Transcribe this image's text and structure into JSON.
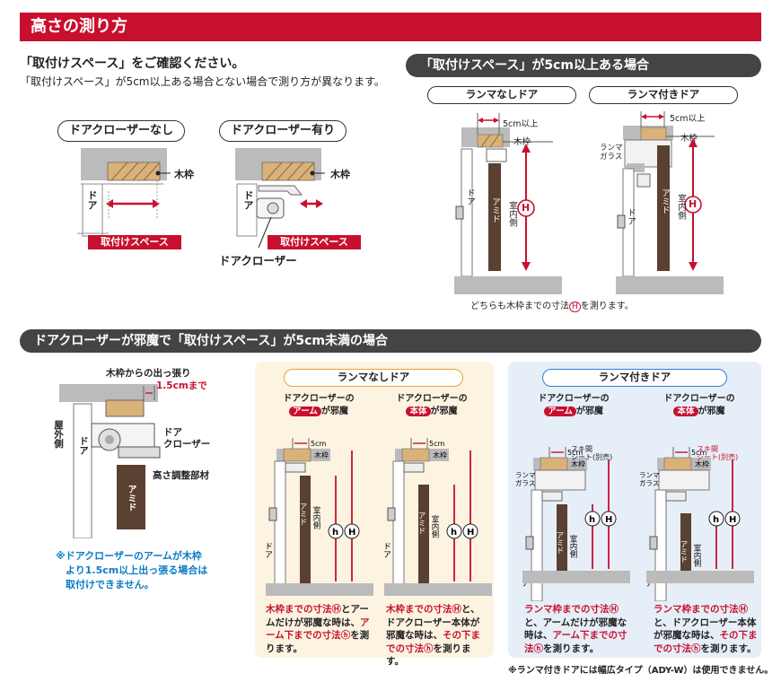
{
  "header": {
    "title": "高さの測り方"
  },
  "intro": {
    "line1": "「取付けスペース」をご確認ください。",
    "line2": "「取付けスペース」が5cm以上ある場合とない場合で測り方が異なります。"
  },
  "closer_none": {
    "pill": "ドアクローザーなし",
    "frame_label": "木枠",
    "door_label": "ドア",
    "space_tag": "取付けスペース"
  },
  "closer_yes": {
    "pill": "ドアクローザー有り",
    "frame_label": "木枠",
    "door_label": "ドア",
    "space_tag": "取付けスペース",
    "closer_label": "ドアクローザー"
  },
  "section_5cm_plus": {
    "title": "「取付けスペース」が5cm以上ある場合",
    "transom_none": "ランマなしドア",
    "transom_yes": "ランマ付きドア",
    "dim_5cm": "5cm以上",
    "frame": "木枠",
    "transom_glass": "ランマ\nガラス",
    "door": "ドア",
    "amido": "アミド",
    "indoor": "室内側",
    "H": "H",
    "note_pre": "どちらも木枠までの寸法",
    "note_post": "を測ります。"
  },
  "section_under5": {
    "title": "ドアクローザーが邪魔で「取付けスペース」が5cm未満の場合"
  },
  "detail": {
    "protrusion_a": "木枠からの出っ張り",
    "protrusion_b": "1.5cmまで",
    "outdoor": "屋外側",
    "door": "ドア",
    "closer": "ドア\nクローザー",
    "adjust": "高さ調整部材",
    "amido": "アミド",
    "warning_1": "※ドアクローザーのアームが木枠",
    "warning_2": "より1.5cm以上出っ張る場合は",
    "warning_3": "取付けできません。"
  },
  "panel_none": {
    "title": "ランマなしドア",
    "arm_heading": "ドアクローザーの",
    "arm_tag": "アーム",
    "arm_tail": "が邪魔",
    "body_heading": "ドアクローザーの",
    "body_tag": "本体",
    "body_tail": "が邪魔",
    "cap_a": [
      "木枠までの寸法",
      "Ⓗ",
      "とアームだけが邪魔な時は、",
      "アーム下までの寸法",
      "ⓗ",
      "を測ります。"
    ],
    "cap_b": [
      "木枠までの寸法",
      "Ⓗ",
      "と、ドアクローザー本体が邪魔な時は、",
      "その下までの寸法",
      "ⓗ",
      "を測ります。"
    ]
  },
  "panel_yes": {
    "title": "ランマ付きドア",
    "arm_heading": "ドアクローザーの",
    "arm_tag": "アーム",
    "arm_tail": "が邪魔",
    "body_heading": "ドアクローザーの",
    "body_tag": "本体",
    "body_tail": "が邪魔",
    "gap_sheet": "スキ間\nシート(別売)",
    "cap_a": [
      "ランマ枠までの寸法",
      "Ⓗ",
      "と、アームだけが邪魔な時は、",
      "アーム下までの寸法",
      "ⓗ",
      "を測ります。"
    ],
    "cap_b": [
      "ランマ枠までの寸法",
      "Ⓗ",
      "と、ドアクローザー本体が邪魔な時は、",
      "その下までの寸法",
      "ⓗ",
      "を測ります。"
    ]
  },
  "mini": {
    "dim_5cm": "5cm",
    "frame": "木枠",
    "transom_glass": "ランマ\nガラス",
    "door": "ドア",
    "amido": "アミド",
    "indoor": "室内側",
    "h": "h",
    "H": "H"
  },
  "footer": {
    "note": "※ランマ付きドアには幅広タイプ（ADY-W）は使用できません。"
  },
  "colors": {
    "red": "#c8102e",
    "dark": "#444444",
    "amido": "#5a4030",
    "cream": "#fdf3e1",
    "lightblue": "#e6eef7",
    "orange_border": "#e8a140",
    "blue_border": "#2f7ed8"
  }
}
